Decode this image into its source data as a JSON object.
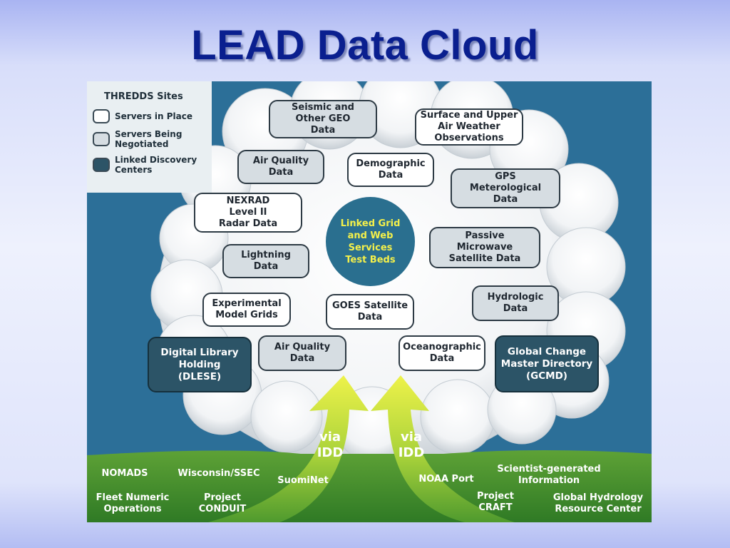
{
  "title": "LEAD Data Cloud",
  "legend": {
    "title": "THREDDS Sites",
    "items": [
      {
        "label": "Servers in Place",
        "style": "white"
      },
      {
        "label": "Servers Being\nNegotiated",
        "style": "grey"
      },
      {
        "label": "Linked Discovery\nCenters",
        "style": "dark"
      }
    ]
  },
  "center": "Linked Grid\nand Web\nServices\nTest Beds",
  "nodes": {
    "seismic": "Seismic and\nOther GEO\nData",
    "surface": "Surface and Upper\nAir Weather\nObservations",
    "airquality1": "Air Quality\nData",
    "demographic": "Demographic\nData",
    "gps": "GPS\nMeterological\nData",
    "nexrad": "NEXRAD\nLevel II\nRadar Data",
    "lightning": "Lightning\nData",
    "passive": "Passive\nMicrowave\nSatellite Data",
    "experimental": "Experimental\nModel Grids",
    "goes": "GOES Satellite\nData",
    "hydrologic": "Hydrologic\nData",
    "dlese": "Digital Library\nHolding\n(DLESE)",
    "airquality2": "Air Quality\nData",
    "oceanographic": "Oceanographic\nData",
    "gcmd": "Global Change\nMaster Directory\n(GCMD)"
  },
  "via": {
    "left": "via\nIDD",
    "right": "via\nIDD"
  },
  "sources": {
    "nomads": "NOMADS",
    "wisconsin": "Wisconsin/SSEC",
    "suominet": "SuomiNet",
    "fleet": "Fleet Numeric\nOperations",
    "conduit": "Project\nCONDUIT",
    "noaaport": "NOAA Port",
    "scientist": "Scientist-generated\nInformation",
    "craft": "Project\nCRAFT",
    "ghrc": "Global Hydrology\nResource Center"
  },
  "colors": {
    "title": "#0a1f8f",
    "panel": "#2c6f98",
    "ground": "#3f8a2c",
    "arrow": "#d7ec3c",
    "center_text": "#f4f04a"
  }
}
